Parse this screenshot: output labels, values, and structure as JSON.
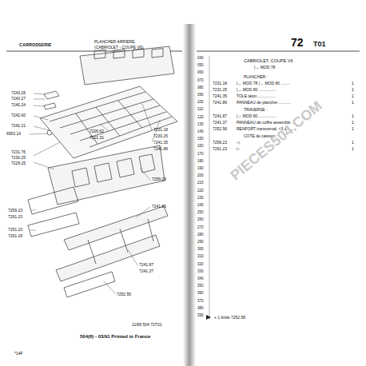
{
  "diagram": {
    "labels": [
      "CARROSSERIE",
      "PLANCHER ARRIERE",
      "(CABRIOLET - COUPE V6)",
      "72",
      "T01",
      "CABRIOLET, COUPE V6",
      "|→ MOD 78",
      "PLANCHER :",
      "7231.18",
      "|→ MOD 78  |→ MOD 80 ........",
      "1",
      "7231.25",
      "|→ MOD 80 ................",
      "1",
      "7241.35",
      "TOLE talon ................",
      "1",
      "7241.86",
      "PANNEAU de plancher ...........",
      "1",
      "TRAVERSE :",
      "7241.87",
      "|→ MOD 80 ................",
      "1",
      "7241.37",
      "PANNEAU de coffre assemblé ...",
      "1",
      "7252.56",
      "RENFORT transversal, <3 a ...",
      "1",
      "COTE de caisson :",
      "7259.23",
      "◁",
      "1",
      "7261.23",
      "▷",
      "1",
      "+ 1 bride 7252.58.",
      "11/89 504 72T01",
      "504(6) - 03/91 Printed in France",
      "*14F",
      "PIECES504.COM",
      "7243.25",
      "7243.27",
      "7240.24",
      "7242.60",
      "7242.21",
      "6953.14",
      "7226.62",
      "7221.31",
      "7231.18",
      "7230.25",
      "7241.35",
      "7241.86",
      "7231.76",
      "7230.25",
      "7229.25",
      "7259.23",
      "7241.85",
      "7259.23",
      "7261.23",
      "7251.23",
      "7261.18",
      "7241.87",
      "7241.37",
      "7252.55",
      "040",
      "050",
      "060",
      "070",
      "080",
      "090",
      "100",
      "110",
      "120",
      "130",
      "140",
      "150",
      "160",
      "170",
      "180",
      "190",
      "200",
      "210",
      "220",
      "230",
      "240",
      "250",
      "260",
      "270",
      "280",
      "290",
      "300",
      "310",
      "320",
      "330",
      "340",
      "350",
      "360",
      "370",
      "380",
      "390"
    ]
  }
}
